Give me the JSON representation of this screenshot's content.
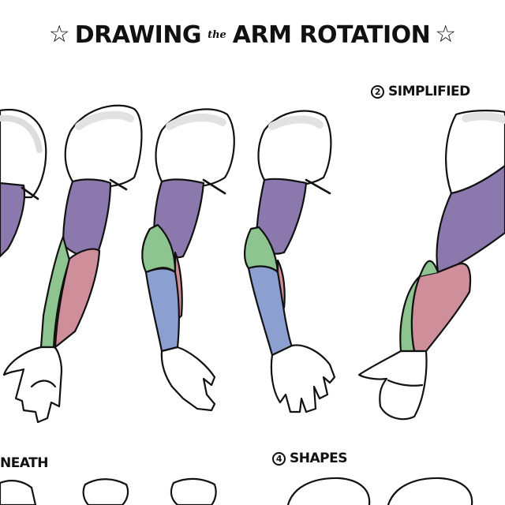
{
  "title": {
    "left_star": "☆",
    "part1": "DRAWING",
    "part2": "the",
    "part3": "ARM ROTATION",
    "right_star": "☆"
  },
  "sections": {
    "simplified": {
      "number": "2",
      "label": "SIMPLIFIED"
    },
    "underneath": {
      "label": "NEATH"
    },
    "shapes": {
      "number": "4",
      "label": "SHAPES"
    }
  },
  "colors": {
    "purple": "#8b79ad",
    "green": "#8ec48f",
    "pink": "#cf8f9a",
    "blue": "#8b9fd0",
    "shade": "#ececec",
    "ink": "#111111"
  }
}
